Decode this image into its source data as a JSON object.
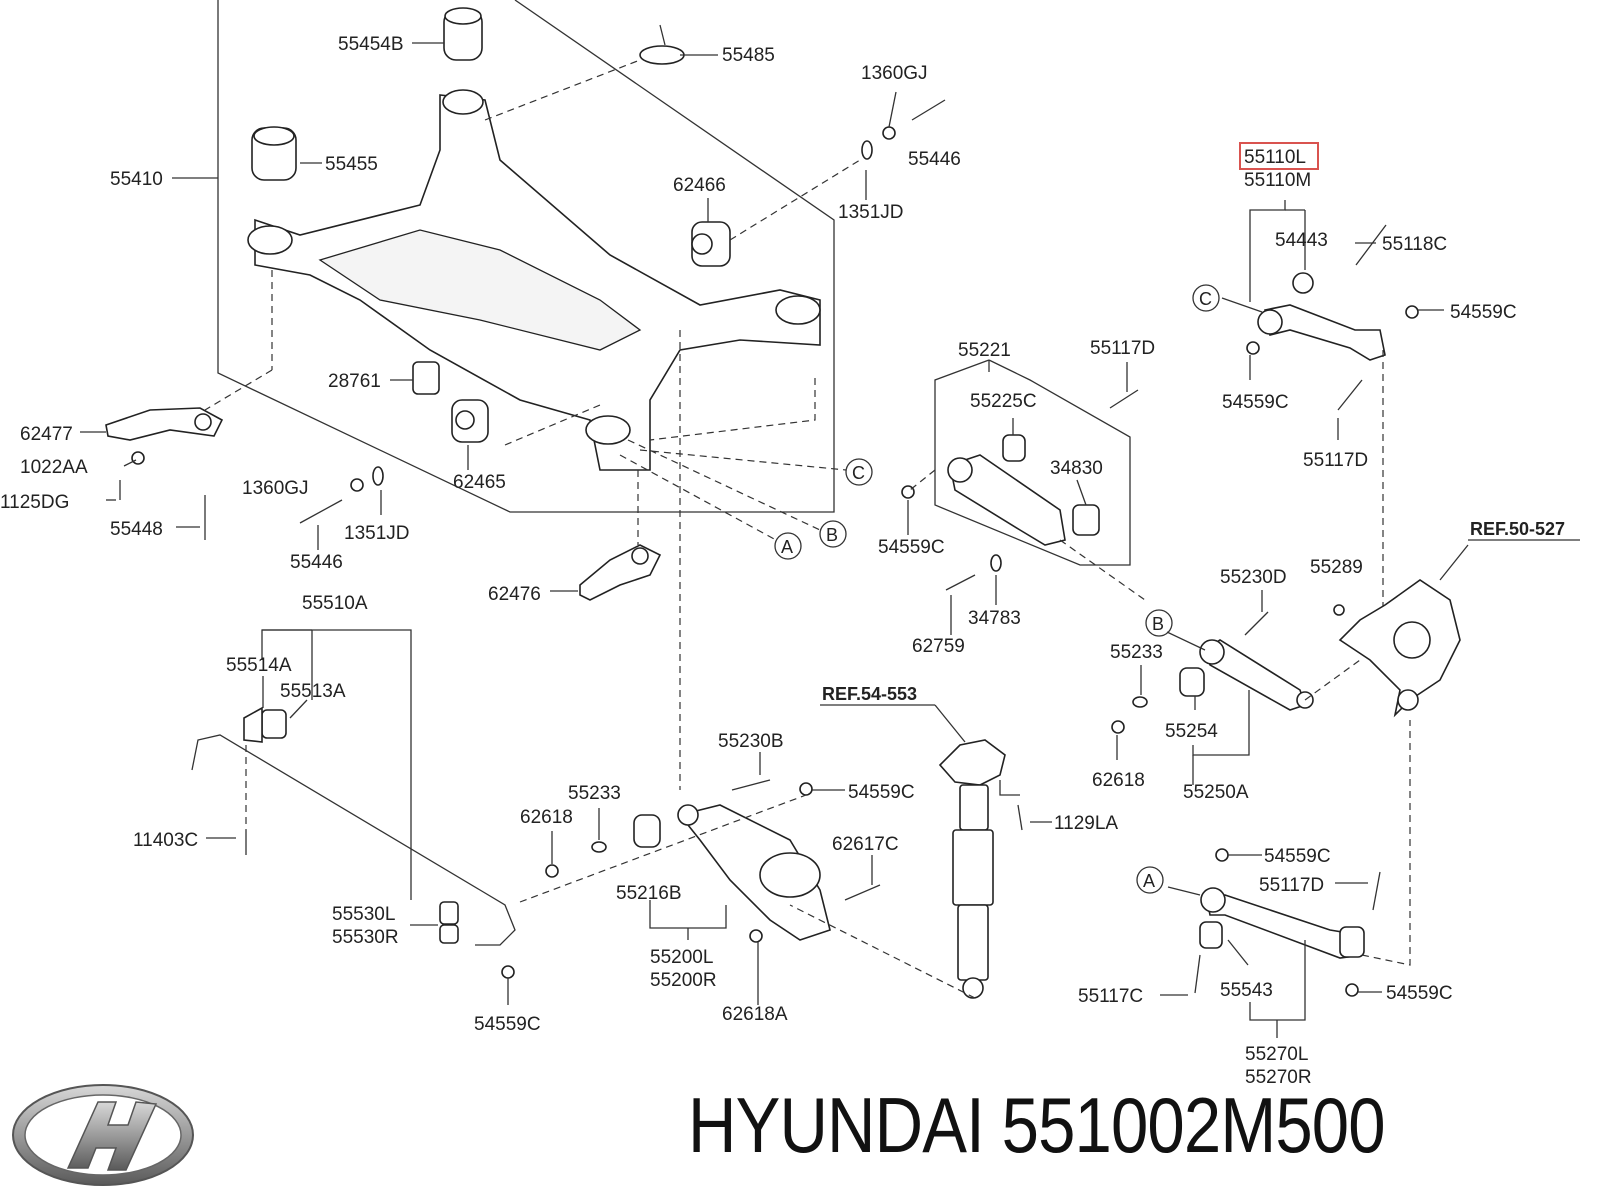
{
  "labels": {
    "p55454B": "55454B",
    "p55485": "55485",
    "p1360GJ_a": "1360GJ",
    "p55446_a": "55446",
    "p55455": "55455",
    "p55410": "55410",
    "p62466": "62466",
    "p1351JD_a": "1351JD",
    "p28761": "28761",
    "p62477": "62477",
    "p1022AA": "1022AA",
    "p1125DG": "1125DG",
    "p55448": "55448",
    "p1360GJ_b": "1360GJ",
    "p62465": "62465",
    "p1351JD_b": "1351JD",
    "p55446_b": "55446",
    "p62476": "62476",
    "p55110L": "55110L",
    "p55110M": "55110M",
    "p54443": "54443",
    "p55118C": "55118C",
    "p54559C_a": "54559C",
    "p54559C_b": "54559C",
    "p55117D_a": "55117D",
    "p55221": "55221",
    "p55117D_b": "55117D",
    "p55225C": "55225C",
    "p34830": "34830",
    "p54559C_c": "54559C",
    "p62759": "62759",
    "p34783": "34783",
    "p55510A": "55510A",
    "p55514A": "55514A",
    "p55513A": "55513A",
    "p11403C": "11403C",
    "p55530L": "55530L",
    "p55530R": "55530R",
    "p54559C_d": "54559C",
    "p55230B": "55230B",
    "p54559C_e": "54559C",
    "p55233_a": "55233",
    "p62618_a": "62618",
    "p62617C": "62617C",
    "p55216B": "55216B",
    "p55200L": "55200L",
    "p55200R": "55200R",
    "p62618A": "62618A",
    "p1129LA": "1129LA",
    "p55230D": "55230D",
    "p55289": "55289",
    "p55233_b": "55233",
    "p55254": "55254",
    "p62618_b": "62618",
    "p55250A": "55250A",
    "p54559C_f": "54559C",
    "p55117D_c": "55117D",
    "p55117C": "55117C",
    "p55543": "55543",
    "p54559C_g": "54559C",
    "p55270L": "55270L",
    "p55270R": "55270R"
  },
  "refs": {
    "ref50": "REF.50-527",
    "ref54": "REF.54-553"
  },
  "callouts": {
    "a": "A",
    "b": "B",
    "c": "C"
  },
  "brand": {
    "text": "HYUNDAI 551002M500"
  },
  "colors": {
    "highlight": "#d9534f",
    "line": "#333333"
  }
}
